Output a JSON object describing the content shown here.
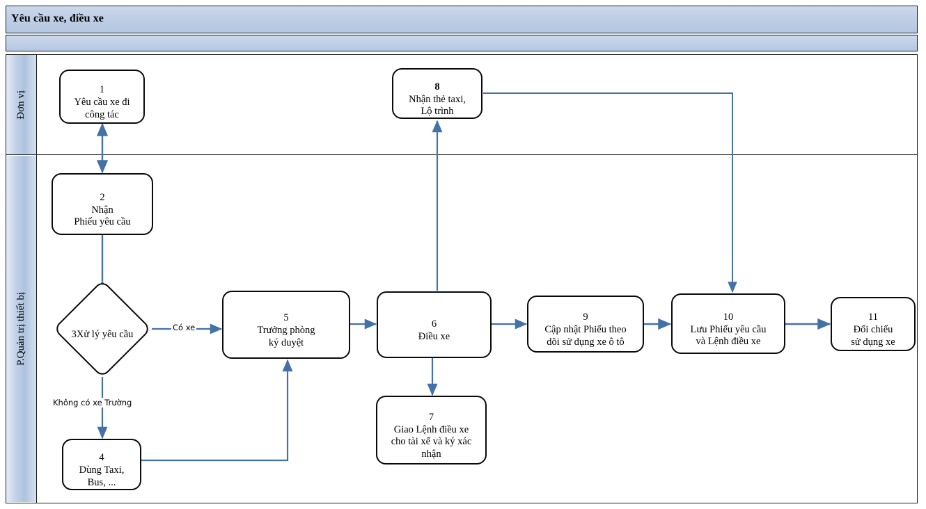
{
  "diagram": {
    "title": "Yêu cầu xe, điều xe",
    "accent_line_color": "#4472a8",
    "band_color": "#c0d0e7",
    "lane_color": "#b9c9e2",
    "node_border_color": "#0a0a0a"
  },
  "lanes": [
    {
      "id": "donvi",
      "label": "Đơn vị"
    },
    {
      "id": "pqttb",
      "label": "P.Quản trị thiết bị"
    }
  ],
  "nodes": [
    {
      "id": "n1",
      "num": "1",
      "text": "Yêu cầu xe đi\ncông tác",
      "shape": "rounded",
      "lane": "donvi",
      "bold_num": false
    },
    {
      "id": "n2",
      "num": "2",
      "text": "Nhận\nPhiếu yêu cầu",
      "shape": "rounded",
      "lane": "pqttb",
      "bold_num": false
    },
    {
      "id": "n3",
      "num": "3",
      "text": "Xử lý yêu cầu",
      "shape": "diamond",
      "lane": "pqttb",
      "bold_num": false
    },
    {
      "id": "n4",
      "num": "4",
      "text": "Dùng Taxi,\nBus, ...",
      "shape": "rounded",
      "lane": "pqttb",
      "bold_num": false
    },
    {
      "id": "n5",
      "num": "5",
      "text": "Trưởng phòng\nký duyệt",
      "shape": "rounded",
      "lane": "pqttb",
      "bold_num": false
    },
    {
      "id": "n6",
      "num": "6",
      "text": "Điều xe",
      "shape": "rounded",
      "lane": "pqttb",
      "bold_num": false
    },
    {
      "id": "n7",
      "num": "7",
      "text": "Giao Lệnh điều xe\ncho tài xế và ký xác\nnhận",
      "shape": "rounded",
      "lane": "pqttb",
      "bold_num": false
    },
    {
      "id": "n8",
      "num": "8",
      "text": "Nhận thẻ taxi,\nLộ trình",
      "shape": "rounded",
      "lane": "donvi",
      "bold_num": true
    },
    {
      "id": "n9",
      "num": "9",
      "text": "Cập nhật Phiếu theo\ndõi sử dụng xe ô tô",
      "shape": "rounded",
      "lane": "pqttb",
      "bold_num": false
    },
    {
      "id": "n10",
      "num": "10",
      "text": "Lưu Phiếu yêu cầu\nvà Lệnh điều xe",
      "shape": "rounded",
      "lane": "pqttb",
      "bold_num": false
    },
    {
      "id": "n11",
      "num": "11",
      "text": "Đối chiếu\nsử dụng xe",
      "shape": "rounded",
      "lane": "pqttb",
      "bold_num": false
    }
  ],
  "edge_labels": [
    {
      "id": "lbl-co-xe",
      "text": "Có xe"
    },
    {
      "id": "lbl-khong-xe",
      "text": "Không có xe Trường"
    }
  ],
  "edges": [
    {
      "from": "n1",
      "to": "n2",
      "type": "double-arrow"
    },
    {
      "from": "n2",
      "to": "n3",
      "type": "double-arrow"
    },
    {
      "from": "n3",
      "to": "n5",
      "type": "arrow",
      "label": "Có xe"
    },
    {
      "from": "n3",
      "to": "n4",
      "type": "arrow",
      "label": "Không có xe Trường"
    },
    {
      "from": "n4",
      "to": "n5",
      "type": "arrow"
    },
    {
      "from": "n5",
      "to": "n6",
      "type": "arrow"
    },
    {
      "from": "n6",
      "to": "n7",
      "type": "arrow"
    },
    {
      "from": "n6",
      "to": "n8",
      "type": "arrow"
    },
    {
      "from": "n6",
      "to": "n9",
      "type": "arrow"
    },
    {
      "from": "n8",
      "to": "n10",
      "type": "arrow"
    },
    {
      "from": "n9",
      "to": "n10",
      "type": "arrow"
    },
    {
      "from": "n10",
      "to": "n11",
      "type": "arrow"
    }
  ]
}
